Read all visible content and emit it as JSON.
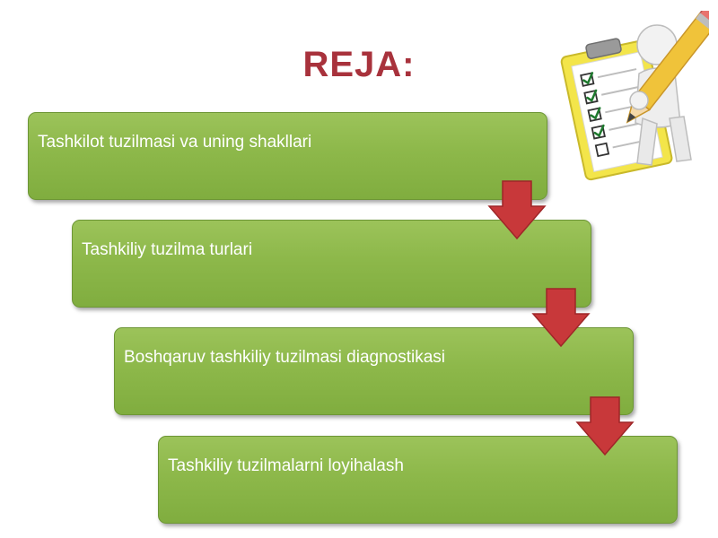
{
  "title": "REJA:",
  "steps": [
    {
      "label": "Tashkilot tuzilmasi va uning shakllari"
    },
    {
      "label": "Tashkiliy tuzilma turlari"
    },
    {
      "label": "Boshqaruv tashkiliy tuzilmasi diagnostikasi"
    },
    {
      "label": "Tashkiliy tuzilmalarni loyihalash"
    }
  ],
  "colors": {
    "title": "#a8323c",
    "box_fill": "#8db84a",
    "box_border": "#6d9636",
    "arrow": "#c8383a",
    "text": "#ffffff"
  },
  "icons": {
    "clipart": "checklist-figure-with-pencil-icon",
    "connector": "down-arrow-icon"
  }
}
